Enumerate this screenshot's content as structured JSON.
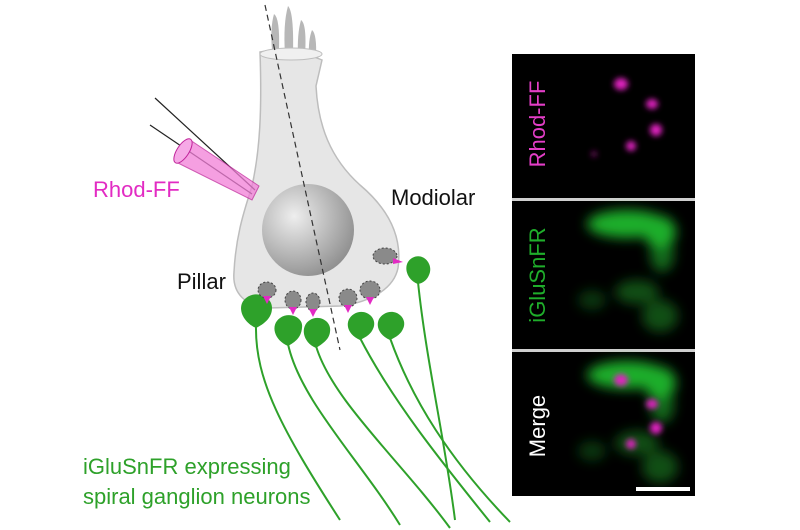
{
  "labels": {
    "pipette": "Rhod-FF",
    "modiolar": "Modiolar",
    "pillar": "Pillar",
    "neurons_line1": "iGluSnFR expressing",
    "neurons_line2": "spiral ganglion neurons"
  },
  "panels": [
    {
      "label": "Rhod-FF",
      "color": "#e33ec7"
    },
    {
      "label": "iGluSnFR",
      "color": "#1fae2b"
    },
    {
      "label": "Merge",
      "color": "#ffffff"
    }
  ],
  "colors": {
    "neuron_green": "#2ea12a",
    "rhod_magenta": "#e22bc3",
    "cell_gray": "#e6e6e6",
    "panel_background": "#000000"
  }
}
